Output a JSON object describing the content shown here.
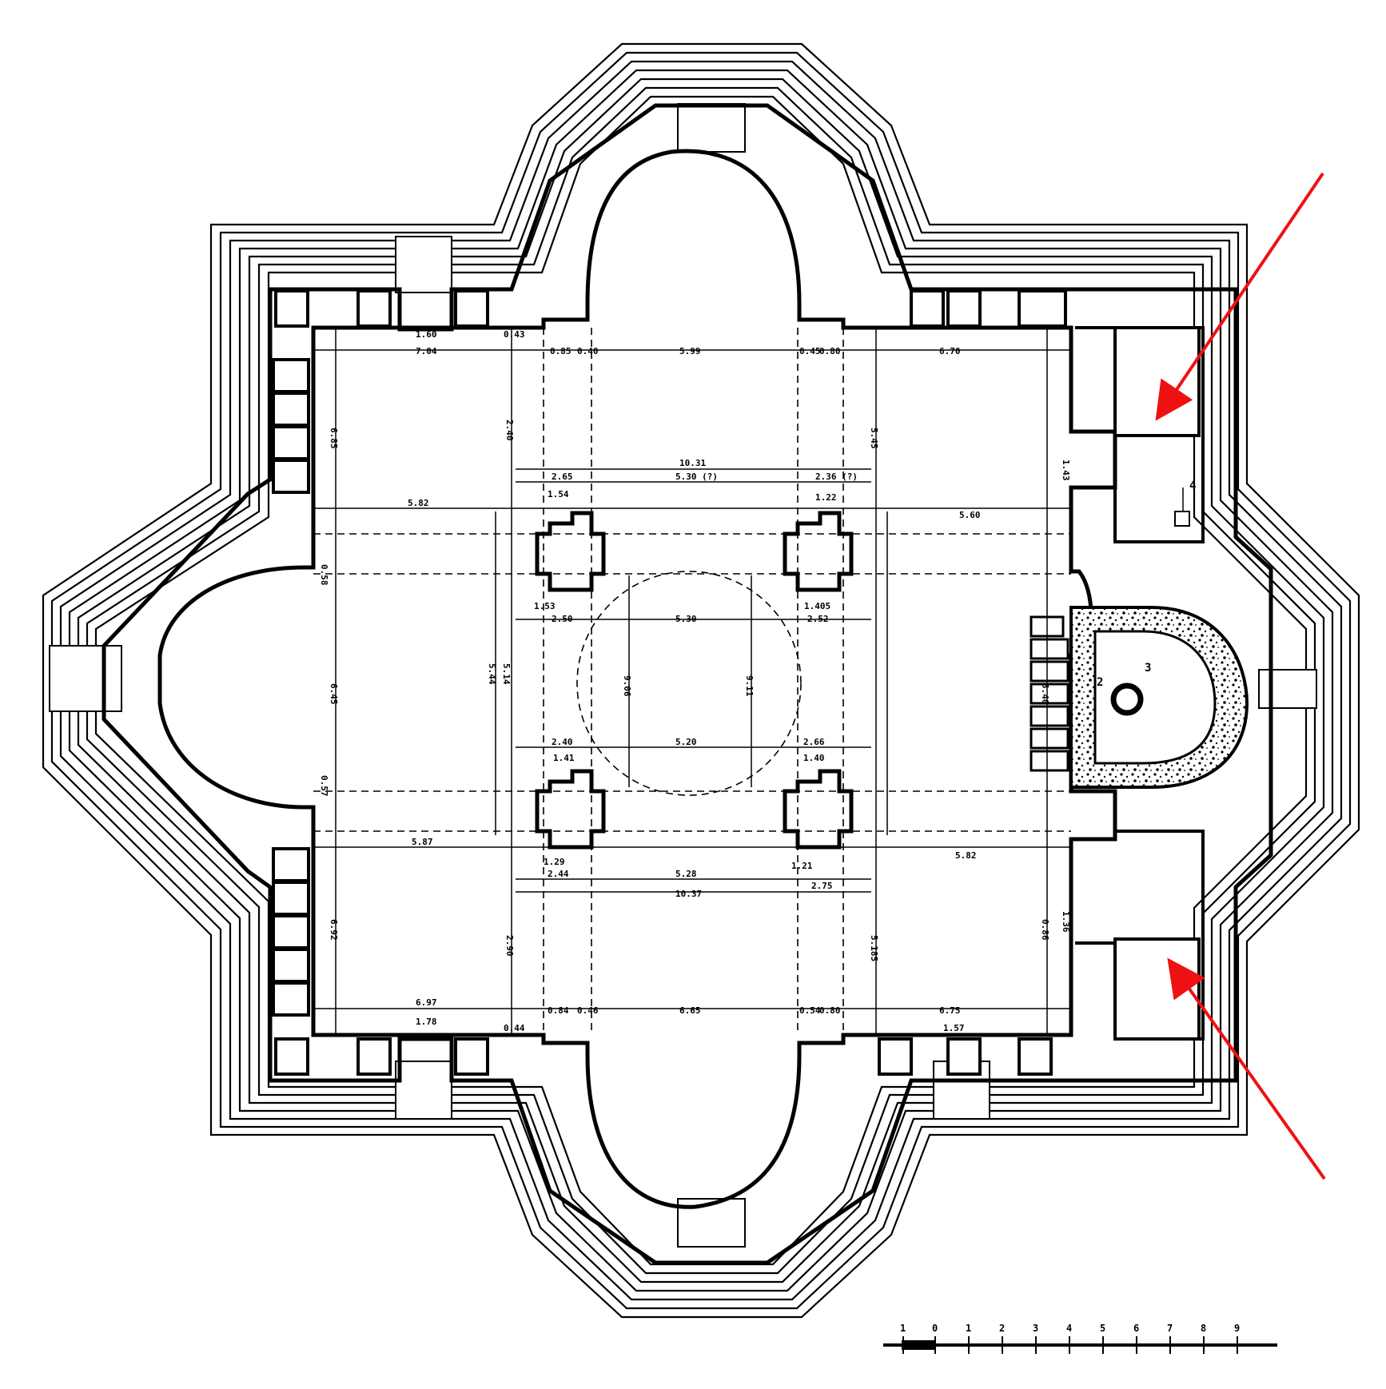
{
  "colors": {
    "ink": "#000000",
    "paper": "#ffffff",
    "arrow": "#ee1111"
  },
  "dimensions": {
    "top_row": [
      "1.60",
      "0.43",
      "7.04",
      "0.85",
      "0.40",
      "5.99",
      "0.45",
      "0.80",
      "6.70"
    ],
    "center_top": [
      "10.31",
      "2.65",
      "5.30 (?)",
      "2.36 (?)",
      "1.54",
      "1.22"
    ],
    "mid_row": [
      "5.82",
      "5.60",
      "1.53",
      "1.405",
      "2.50",
      "5.30",
      "2.52"
    ],
    "lower_row": [
      "2.40",
      "5.20",
      "2.66",
      "1.41",
      "1.40",
      "5.87",
      "1.29",
      "1.21",
      "5.82"
    ],
    "bottom_center": [
      "2.44",
      "5.28",
      "2.75",
      "10.37"
    ],
    "bottom_row": [
      "6.97",
      "1.78",
      "0.84",
      "0.44",
      "0.46",
      "6.65",
      "0.54",
      "0.80",
      "6.75",
      "1.57"
    ],
    "verticals": [
      "6.85",
      "2.40",
      "5.45",
      "6.45",
      "5.14",
      "9.06",
      "9.11",
      "5.44",
      "5.40",
      "6.92",
      "2.90",
      "5.185",
      "1.43",
      "1.36",
      "0.57",
      "0.58",
      "0.86"
    ]
  },
  "apse_labels": [
    "3",
    "2"
  ],
  "niche_label": "4",
  "scale_bar": {
    "ticks": [
      "1",
      "0",
      "1",
      "2",
      "3",
      "4",
      "5",
      "6",
      "7",
      "8",
      "9"
    ]
  }
}
